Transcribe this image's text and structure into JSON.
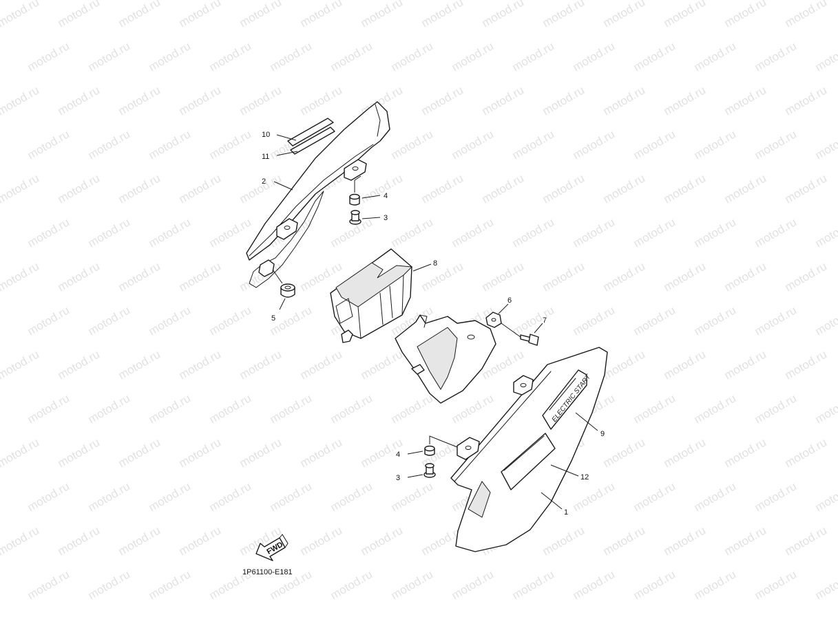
{
  "diagram": {
    "watermark_text": "motod.ru",
    "diagram_code": "1P61100-E181",
    "fwd_label": "FWD",
    "decal_text": "ELECTRIC START",
    "callouts": [
      {
        "id": "c10",
        "label": "10"
      },
      {
        "id": "c11",
        "label": "11"
      },
      {
        "id": "c2",
        "label": "2"
      },
      {
        "id": "c4a",
        "label": "4"
      },
      {
        "id": "c3a",
        "label": "3"
      },
      {
        "id": "c8",
        "label": "8"
      },
      {
        "id": "c5",
        "label": "5"
      },
      {
        "id": "c6",
        "label": "6"
      },
      {
        "id": "c7",
        "label": "7"
      },
      {
        "id": "c9",
        "label": "9"
      },
      {
        "id": "c4b",
        "label": "4"
      },
      {
        "id": "c3b",
        "label": "3"
      },
      {
        "id": "c12",
        "label": "12"
      },
      {
        "id": "c1",
        "label": "1"
      }
    ]
  }
}
